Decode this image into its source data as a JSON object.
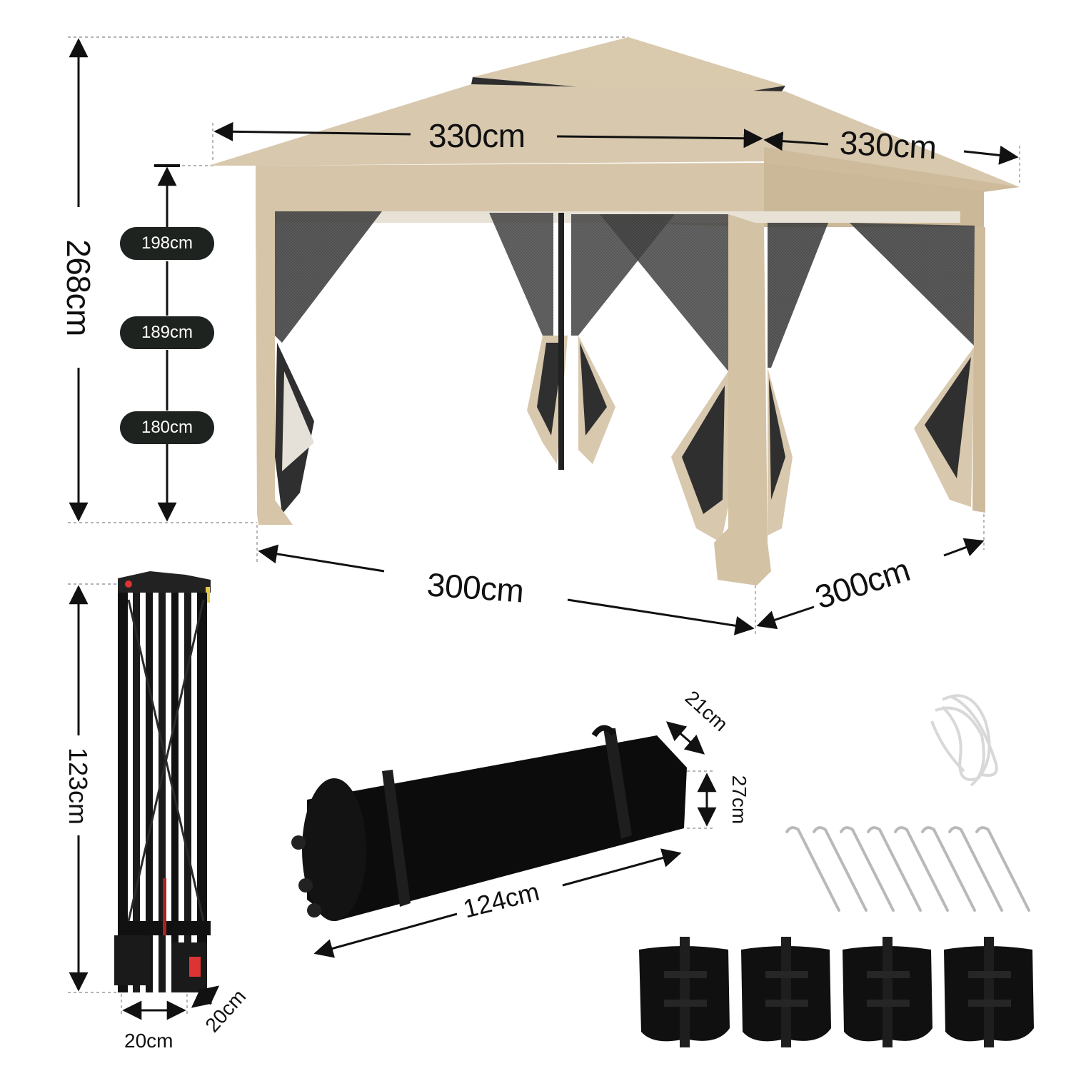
{
  "dimensions": {
    "overall_height": "268cm",
    "top_width_front": "330cm",
    "top_width_side": "330cm",
    "base_width_front": "300cm",
    "base_width_side": "300cm",
    "height_options": [
      "198cm",
      "189cm",
      "180cm"
    ],
    "folded_height": "123cm",
    "folded_width": "20cm",
    "folded_depth": "20cm",
    "bag_length": "124cm",
    "bag_depth": "21cm",
    "bag_height": "27cm"
  },
  "colors": {
    "canopy": "#d8c8ae",
    "canopy_shadow": "#c9b797",
    "mesh": "#3a3a3a",
    "frame": "#111111",
    "pill": "#1f2320"
  },
  "accessories": {
    "stakes_count": 8,
    "sandbags_count": 4,
    "rope_icon": "rope-bundle-icon"
  }
}
